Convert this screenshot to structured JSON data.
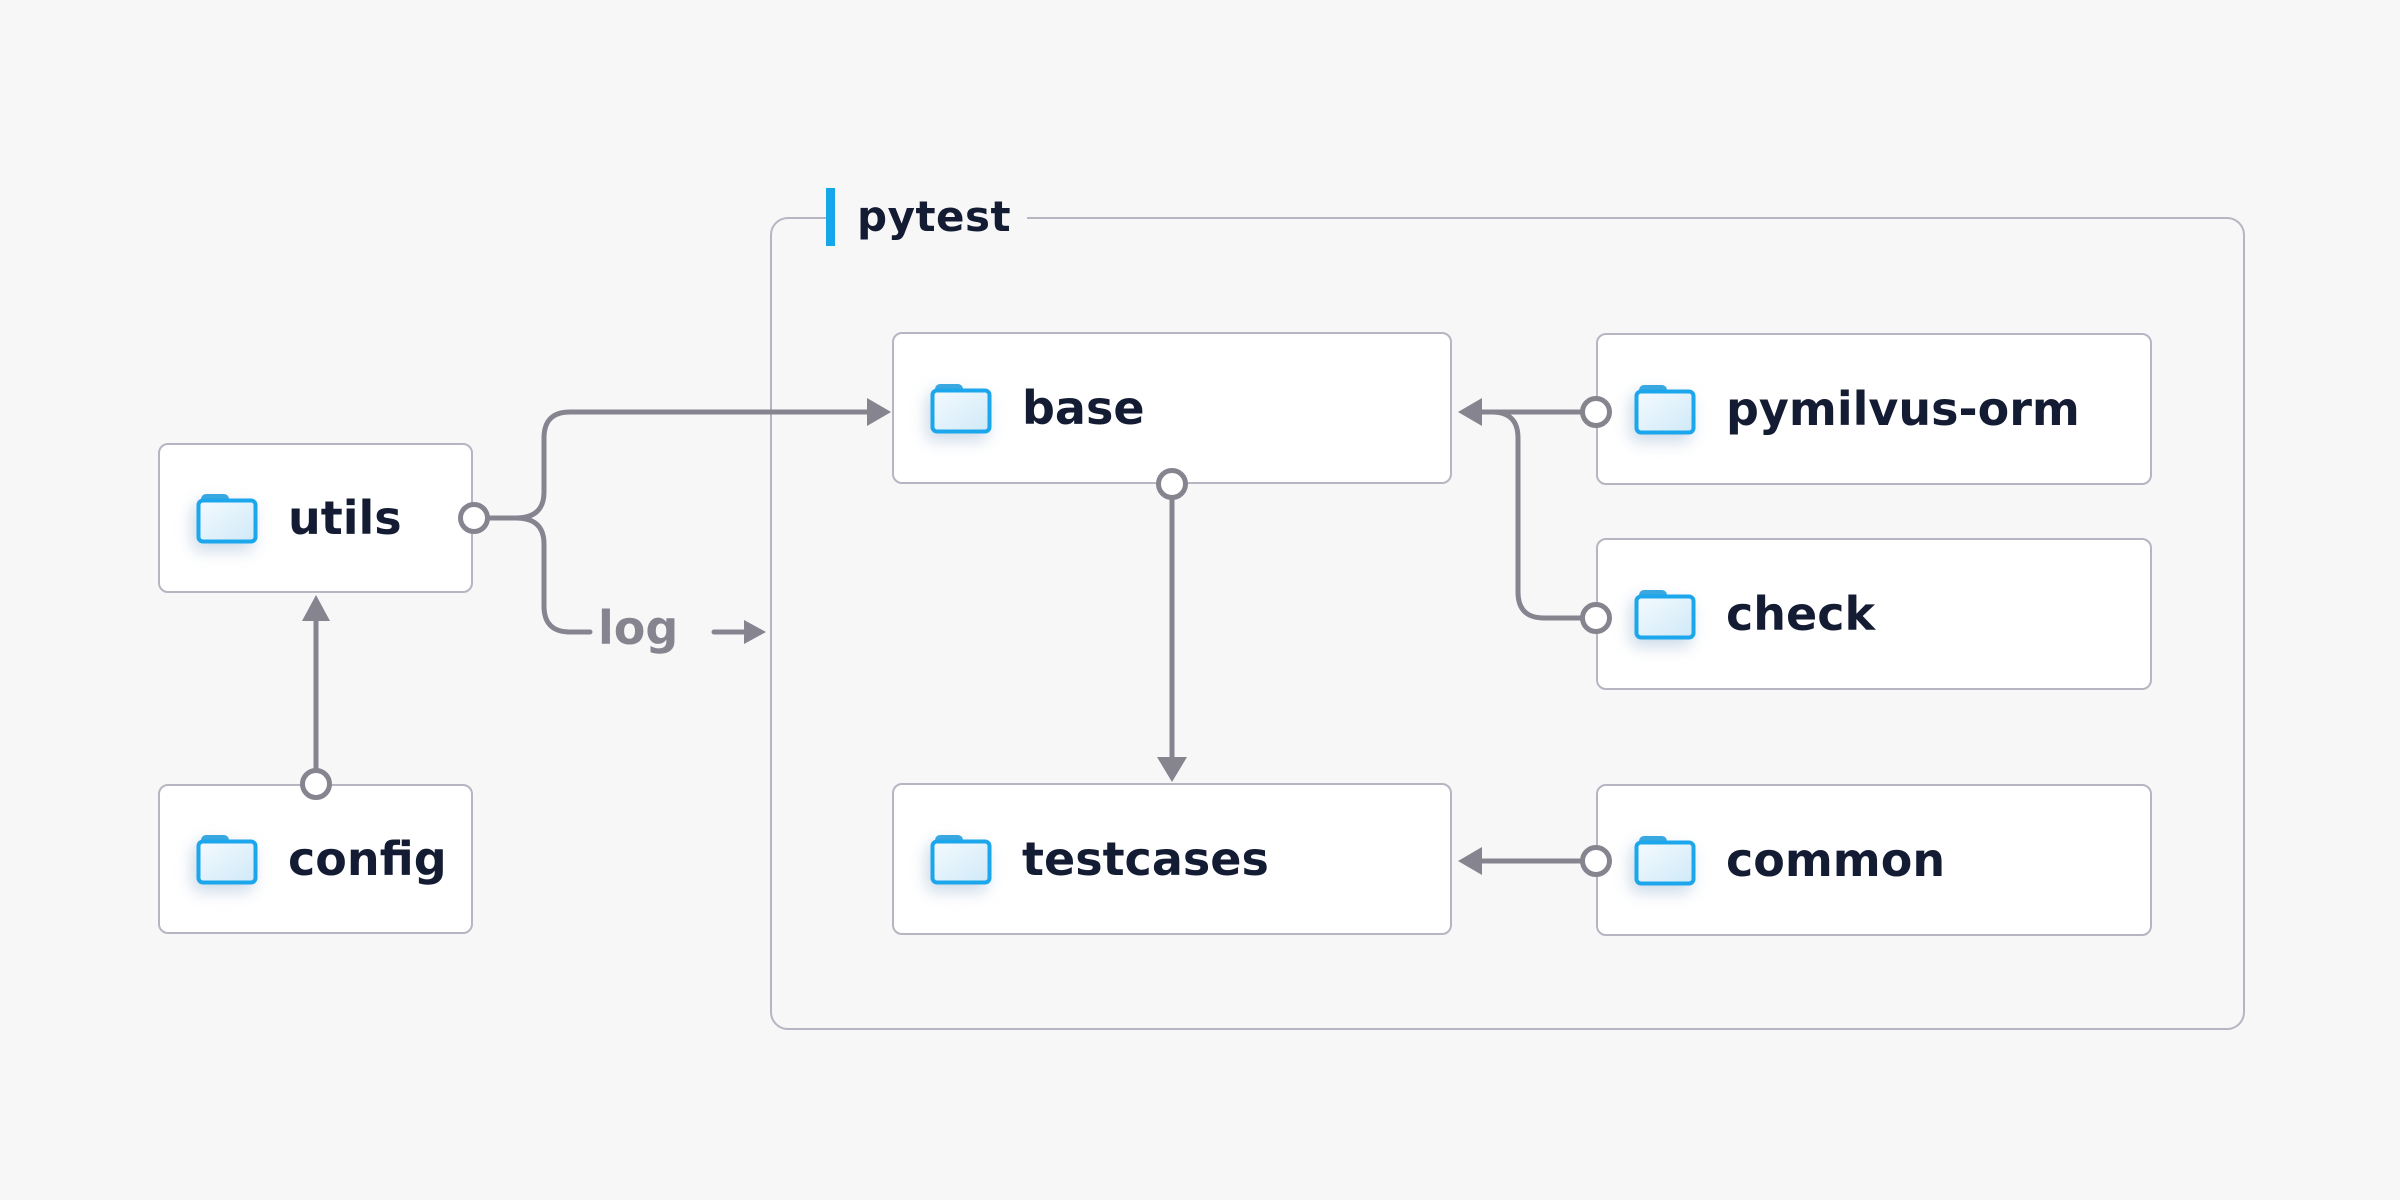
{
  "diagram": {
    "group": {
      "label": "pytest"
    },
    "nodes": {
      "utils": {
        "label": "utils",
        "icon": "folder-icon"
      },
      "config": {
        "label": "config",
        "icon": "folder-icon"
      },
      "base": {
        "label": "base",
        "icon": "folder-icon"
      },
      "testcases": {
        "label": "testcases",
        "icon": "folder-icon"
      },
      "pymilvus_orm": {
        "label": "pymilvus-orm",
        "icon": "folder-icon"
      },
      "check": {
        "label": "check",
        "icon": "folder-icon"
      },
      "common": {
        "label": "common",
        "icon": "folder-icon"
      }
    },
    "edges": [
      {
        "from": "config",
        "to": "utils",
        "label": "",
        "start": "circle",
        "end": "arrow"
      },
      {
        "from": "utils",
        "to": "base",
        "label": "",
        "start": "circle",
        "end": "arrow"
      },
      {
        "from": "utils",
        "to": "pytest",
        "label": "log",
        "start": "circle",
        "end": "arrow"
      },
      {
        "from": "pymilvus_orm",
        "to": "base",
        "label": "",
        "start": "circle",
        "end": "arrow"
      },
      {
        "from": "check",
        "to": "base",
        "label": "",
        "start": "circle",
        "end": "arrow"
      },
      {
        "from": "base",
        "to": "testcases",
        "label": "",
        "start": "circle",
        "end": "arrow"
      },
      {
        "from": "common",
        "to": "testcases",
        "label": "",
        "start": "circle",
        "end": "arrow"
      }
    ],
    "colors": {
      "background": "#f7f7f8",
      "node_fill": "#ffffff",
      "node_border": "#b6b5c2",
      "node_text": "#131c33",
      "connector": "#85848f",
      "accent_blue": "#16a7ea",
      "folder_outline": "#1ca6ec",
      "folder_tab": "#3aa8e0",
      "folder_fill_light": "#f2f9fe",
      "folder_fill_dark": "#cfe9f8"
    }
  }
}
